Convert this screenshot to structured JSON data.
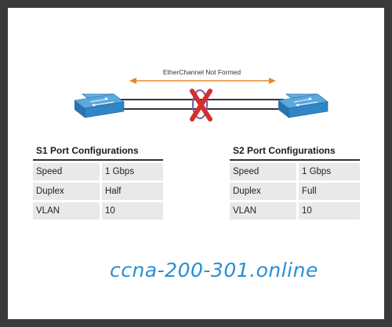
{
  "diagram": {
    "link_label": "EtherChannel Not Formed",
    "colors": {
      "arrow": "#e8862a",
      "x_mark": "#d32f2f",
      "ring": "#7a5aa0",
      "switch": "#2f86c6",
      "link": "#333333"
    },
    "icons": {
      "left_switch": "switch-icon",
      "right_switch": "switch-icon",
      "failure_mark": "x-mark-icon"
    }
  },
  "tables": [
    {
      "title": "S1 Port Configurations",
      "rows": [
        {
          "label": "Speed",
          "value": "1 Gbps"
        },
        {
          "label": "Duplex",
          "value": "Half"
        },
        {
          "label": "VLAN",
          "value": "10"
        }
      ]
    },
    {
      "title": "S2 Port Configurations",
      "rows": [
        {
          "label": "Speed",
          "value": "1 Gbps"
        },
        {
          "label": "Duplex",
          "value": "Full"
        },
        {
          "label": "VLAN",
          "value": "10"
        }
      ]
    }
  ],
  "watermark": "ccna-200-301.online"
}
